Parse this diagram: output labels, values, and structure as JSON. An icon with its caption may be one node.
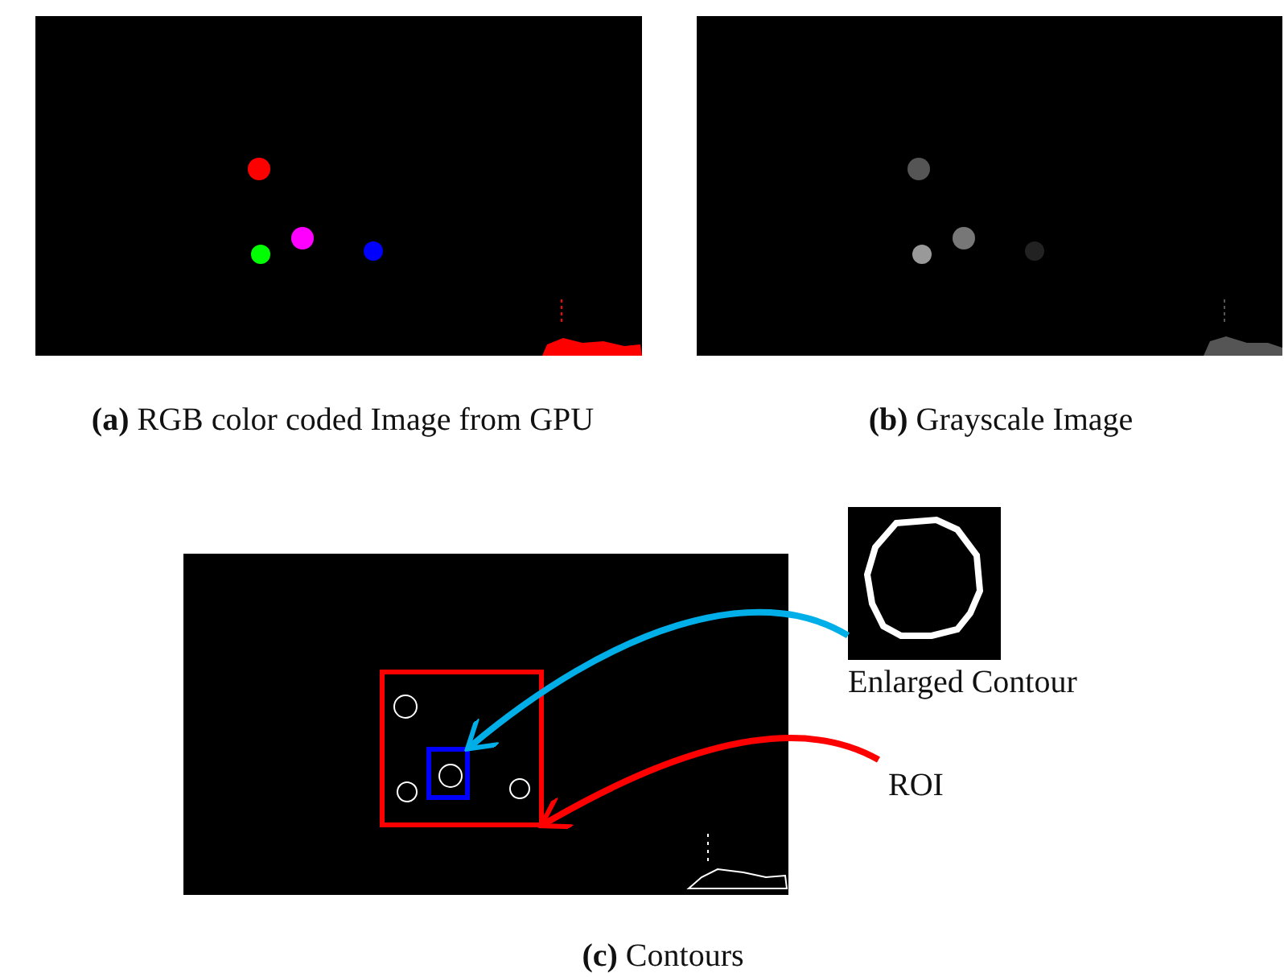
{
  "diagram": {
    "caption": "**(c)** Contours",
    "nodes": [
      {
        "text": [],
        "shape": "picture",
        "beside": [
          "Enlarged Contour"
        ]
      },
      {
        "text": [
          "ROI"
        ]
      },
      {
        "text": [],
        "shape": "box"
      },
      {
        "text": [],
        "shape": "box",
        "in": 2
      }
    ],
    "edges": [
      {
        "from": 0,
        "to": 3,
        "arrow": "to",
        "color": "#00aee8"
      },
      {
        "from": 1,
        "to": 2,
        "arrow": "to",
        "color": "#ff0000"
      }
    ],
    "labels": [
      "**(a)** RGB color coded Image from GPU",
      "**(b)** Grayscale Image"
    ]
  }
}
